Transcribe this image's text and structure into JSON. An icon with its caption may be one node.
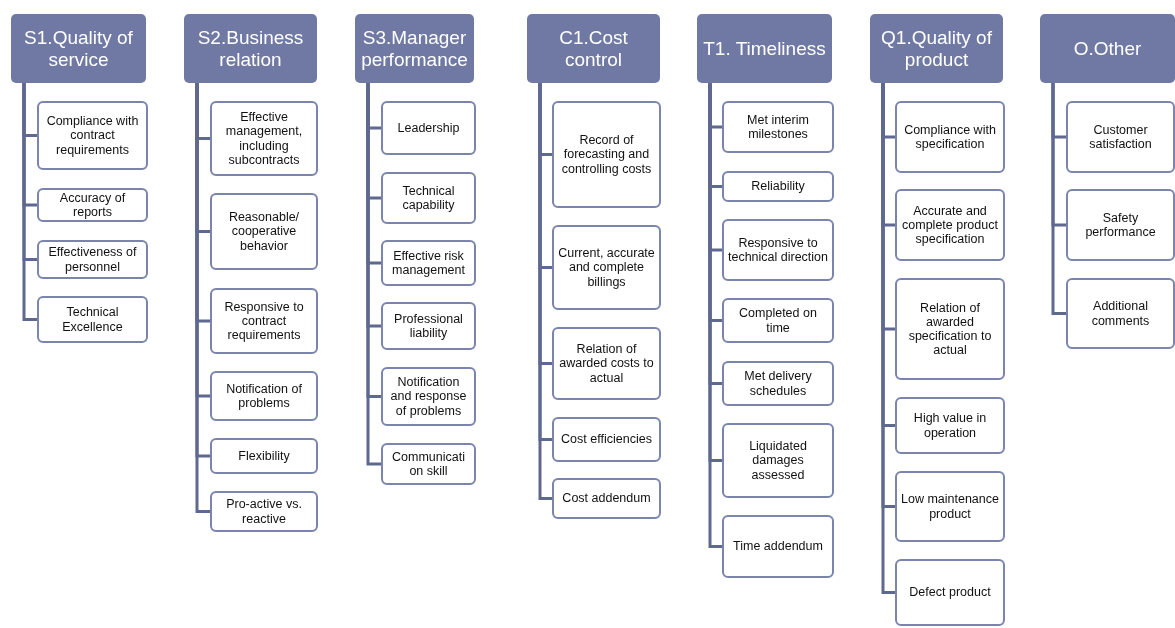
{
  "diagram": {
    "nodes": [
      {
        "text": [
          "S1.Quality of service"
        ]
      },
      {
        "text": [
          "Compliance with contract requirements"
        ]
      },
      {
        "text": [
          "Accuracy of reports"
        ]
      },
      {
        "text": [
          "Effectiveness of personnel"
        ]
      },
      {
        "text": [
          "Technical Excellence"
        ]
      },
      {
        "text": [
          "S2.Business relation"
        ]
      },
      {
        "text": [
          "Effective management, including subcontracts"
        ]
      },
      {
        "text": [
          "Reasonable/ cooperative behavior"
        ]
      },
      {
        "text": [
          "Responsive to contract requirements"
        ]
      },
      {
        "text": [
          "Notification of problems"
        ]
      },
      {
        "text": [
          "Flexibility"
        ]
      },
      {
        "text": [
          "Pro-active vs. reactive"
        ]
      },
      {
        "text": [
          "S3.Manager performance"
        ]
      },
      {
        "text": [
          "Leadership"
        ]
      },
      {
        "text": [
          "Technical capability"
        ]
      },
      {
        "text": [
          "Effective risk management"
        ]
      },
      {
        "text": [
          "Professional liability"
        ]
      },
      {
        "text": [
          "Notification and response of problems"
        ]
      },
      {
        "text": [
          "Communicati on skill"
        ]
      },
      {
        "text": [
          "C1.Cost control"
        ]
      },
      {
        "text": [
          "Record of forecasting and controlling costs"
        ]
      },
      {
        "text": [
          "Current, accurate and complete billings"
        ]
      },
      {
        "text": [
          "Relation of awarded costs to actual"
        ]
      },
      {
        "text": [
          "Cost efficiencies"
        ]
      },
      {
        "text": [
          "Cost addendum"
        ]
      },
      {
        "text": [
          "T1. Timeliness"
        ]
      },
      {
        "text": [
          "Met interim milestones"
        ]
      },
      {
        "text": [
          "Reliability"
        ]
      },
      {
        "text": [
          "Responsive to technical direction"
        ]
      },
      {
        "text": [
          "Completed on time"
        ]
      },
      {
        "text": [
          "Met delivery schedules"
        ]
      },
      {
        "text": [
          "Liquidated damages assessed"
        ]
      },
      {
        "text": [
          "Time addendum"
        ]
      },
      {
        "text": [
          "Q1.Quality of product"
        ]
      },
      {
        "text": [
          "Compliance with specification"
        ]
      },
      {
        "text": [
          "Accurate and complete product specification"
        ]
      },
      {
        "text": [
          "Relation of awarded specification to actual"
        ]
      },
      {
        "text": [
          "High value in operation"
        ]
      },
      {
        "text": [
          "Low maintenance product"
        ]
      },
      {
        "text": [
          "Defect product"
        ]
      },
      {
        "text": [
          "O.Other"
        ]
      },
      {
        "text": [
          "Customer satisfaction"
        ]
      },
      {
        "text": [
          "Safety performance"
        ]
      },
      {
        "text": [
          "Additional comments"
        ]
      }
    ],
    "edges": [
      {
        "from": 0,
        "to": 1,
        "arrow": "none"
      },
      {
        "from": 0,
        "to": 2,
        "arrow": "none"
      },
      {
        "from": 0,
        "to": 3,
        "arrow": "none"
      },
      {
        "from": 0,
        "to": 4,
        "arrow": "none"
      },
      {
        "from": 5,
        "to": 6,
        "arrow": "none"
      },
      {
        "from": 5,
        "to": 7,
        "arrow": "none"
      },
      {
        "from": 5,
        "to": 8,
        "arrow": "none"
      },
      {
        "from": 5,
        "to": 9,
        "arrow": "none"
      },
      {
        "from": 5,
        "to": 10,
        "arrow": "none"
      },
      {
        "from": 5,
        "to": 11,
        "arrow": "none"
      },
      {
        "from": 12,
        "to": 13,
        "arrow": "none"
      },
      {
        "from": 12,
        "to": 14,
        "arrow": "none"
      },
      {
        "from": 12,
        "to": 15,
        "arrow": "none"
      },
      {
        "from": 12,
        "to": 16,
        "arrow": "none"
      },
      {
        "from": 12,
        "to": 17,
        "arrow": "none"
      },
      {
        "from": 12,
        "to": 18,
        "arrow": "none"
      },
      {
        "from": 19,
        "to": 20,
        "arrow": "none"
      },
      {
        "from": 19,
        "to": 21,
        "arrow": "none"
      },
      {
        "from": 19,
        "to": 22,
        "arrow": "none"
      },
      {
        "from": 19,
        "to": 23,
        "arrow": "none"
      },
      {
        "from": 19,
        "to": 24,
        "arrow": "none"
      },
      {
        "from": 25,
        "to": 26,
        "arrow": "none"
      },
      {
        "from": 25,
        "to": 27,
        "arrow": "none"
      },
      {
        "from": 25,
        "to": 28,
        "arrow": "none"
      },
      {
        "from": 25,
        "to": 29,
        "arrow": "none"
      },
      {
        "from": 25,
        "to": 30,
        "arrow": "none"
      },
      {
        "from": 25,
        "to": 31,
        "arrow": "none"
      },
      {
        "from": 25,
        "to": 32,
        "arrow": "none"
      },
      {
        "from": 33,
        "to": 34,
        "arrow": "none"
      },
      {
        "from": 33,
        "to": 35,
        "arrow": "none"
      },
      {
        "from": 33,
        "to": 36,
        "arrow": "none"
      },
      {
        "from": 33,
        "to": 37,
        "arrow": "none"
      },
      {
        "from": 33,
        "to": 38,
        "arrow": "none"
      },
      {
        "from": 33,
        "to": 39,
        "arrow": "none"
      },
      {
        "from": 40,
        "to": 41,
        "arrow": "none"
      },
      {
        "from": 40,
        "to": 42,
        "arrow": "none"
      },
      {
        "from": 40,
        "to": 43,
        "arrow": "none"
      }
    ]
  }
}
